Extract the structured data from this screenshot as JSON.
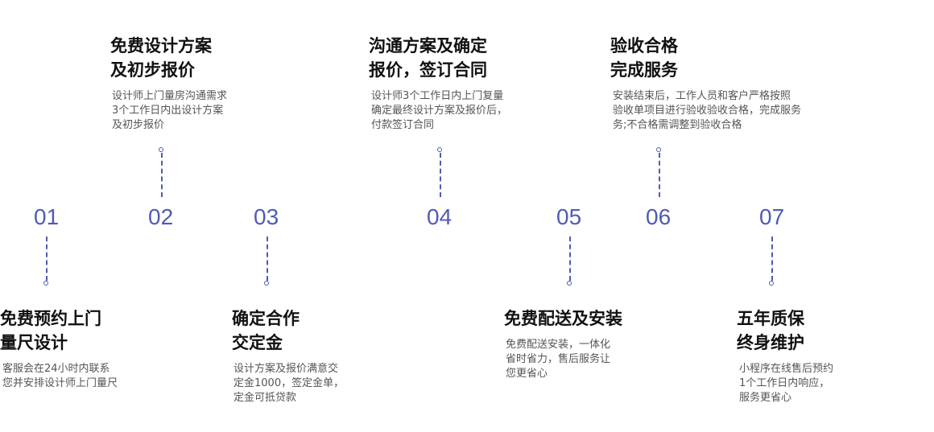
{
  "steps": [
    {
      "number": "01",
      "title": [
        "免费预约上门",
        "量尺设计"
      ],
      "desc": [
        "客服会在24小时内联系",
        "您并安排设计师上门量尺"
      ]
    },
    {
      "number": "02",
      "title": [
        "免费设计方案",
        "及初步报价"
      ],
      "desc": [
        "设计师上门量房沟通需求",
        "3个工作日内出设计方案",
        "及初步报价"
      ]
    },
    {
      "number": "03",
      "title": [
        "确定合作",
        "交定金"
      ],
      "desc": [
        "设计方案及报价满意交",
        "定金1000，签定金单，",
        "定金可抵贷款"
      ]
    },
    {
      "number": "04",
      "title": [
        "沟通方案及确定",
        "报价，签订合同"
      ],
      "desc": [
        "设计师3个工作日内上门复量",
        "确定最终设计方案及报价后，",
        "付款签订合同"
      ]
    },
    {
      "number": "05",
      "title": [
        "免费配送及安装"
      ],
      "desc": [
        "免费配送安装，一体化",
        "省时省力，售后服务让",
        "您更省心"
      ]
    },
    {
      "number": "06",
      "title": [
        "验收合格",
        "完成服务"
      ],
      "desc": [
        "安装结束后，工作人员和客户严格按照",
        "验收单项目进行验收验收合格，完成服务",
        "务;不合格需调整到验收合格"
      ]
    },
    {
      "number": "07",
      "title": [
        "五年质保",
        "终身维护"
      ],
      "desc": [
        "小程序在线售后预约",
        "1个工作日内响应，",
        "服务更省心"
      ]
    }
  ],
  "colors": {
    "accent": "#4f5bb5",
    "title": "#111111",
    "desc": "#555555"
  }
}
